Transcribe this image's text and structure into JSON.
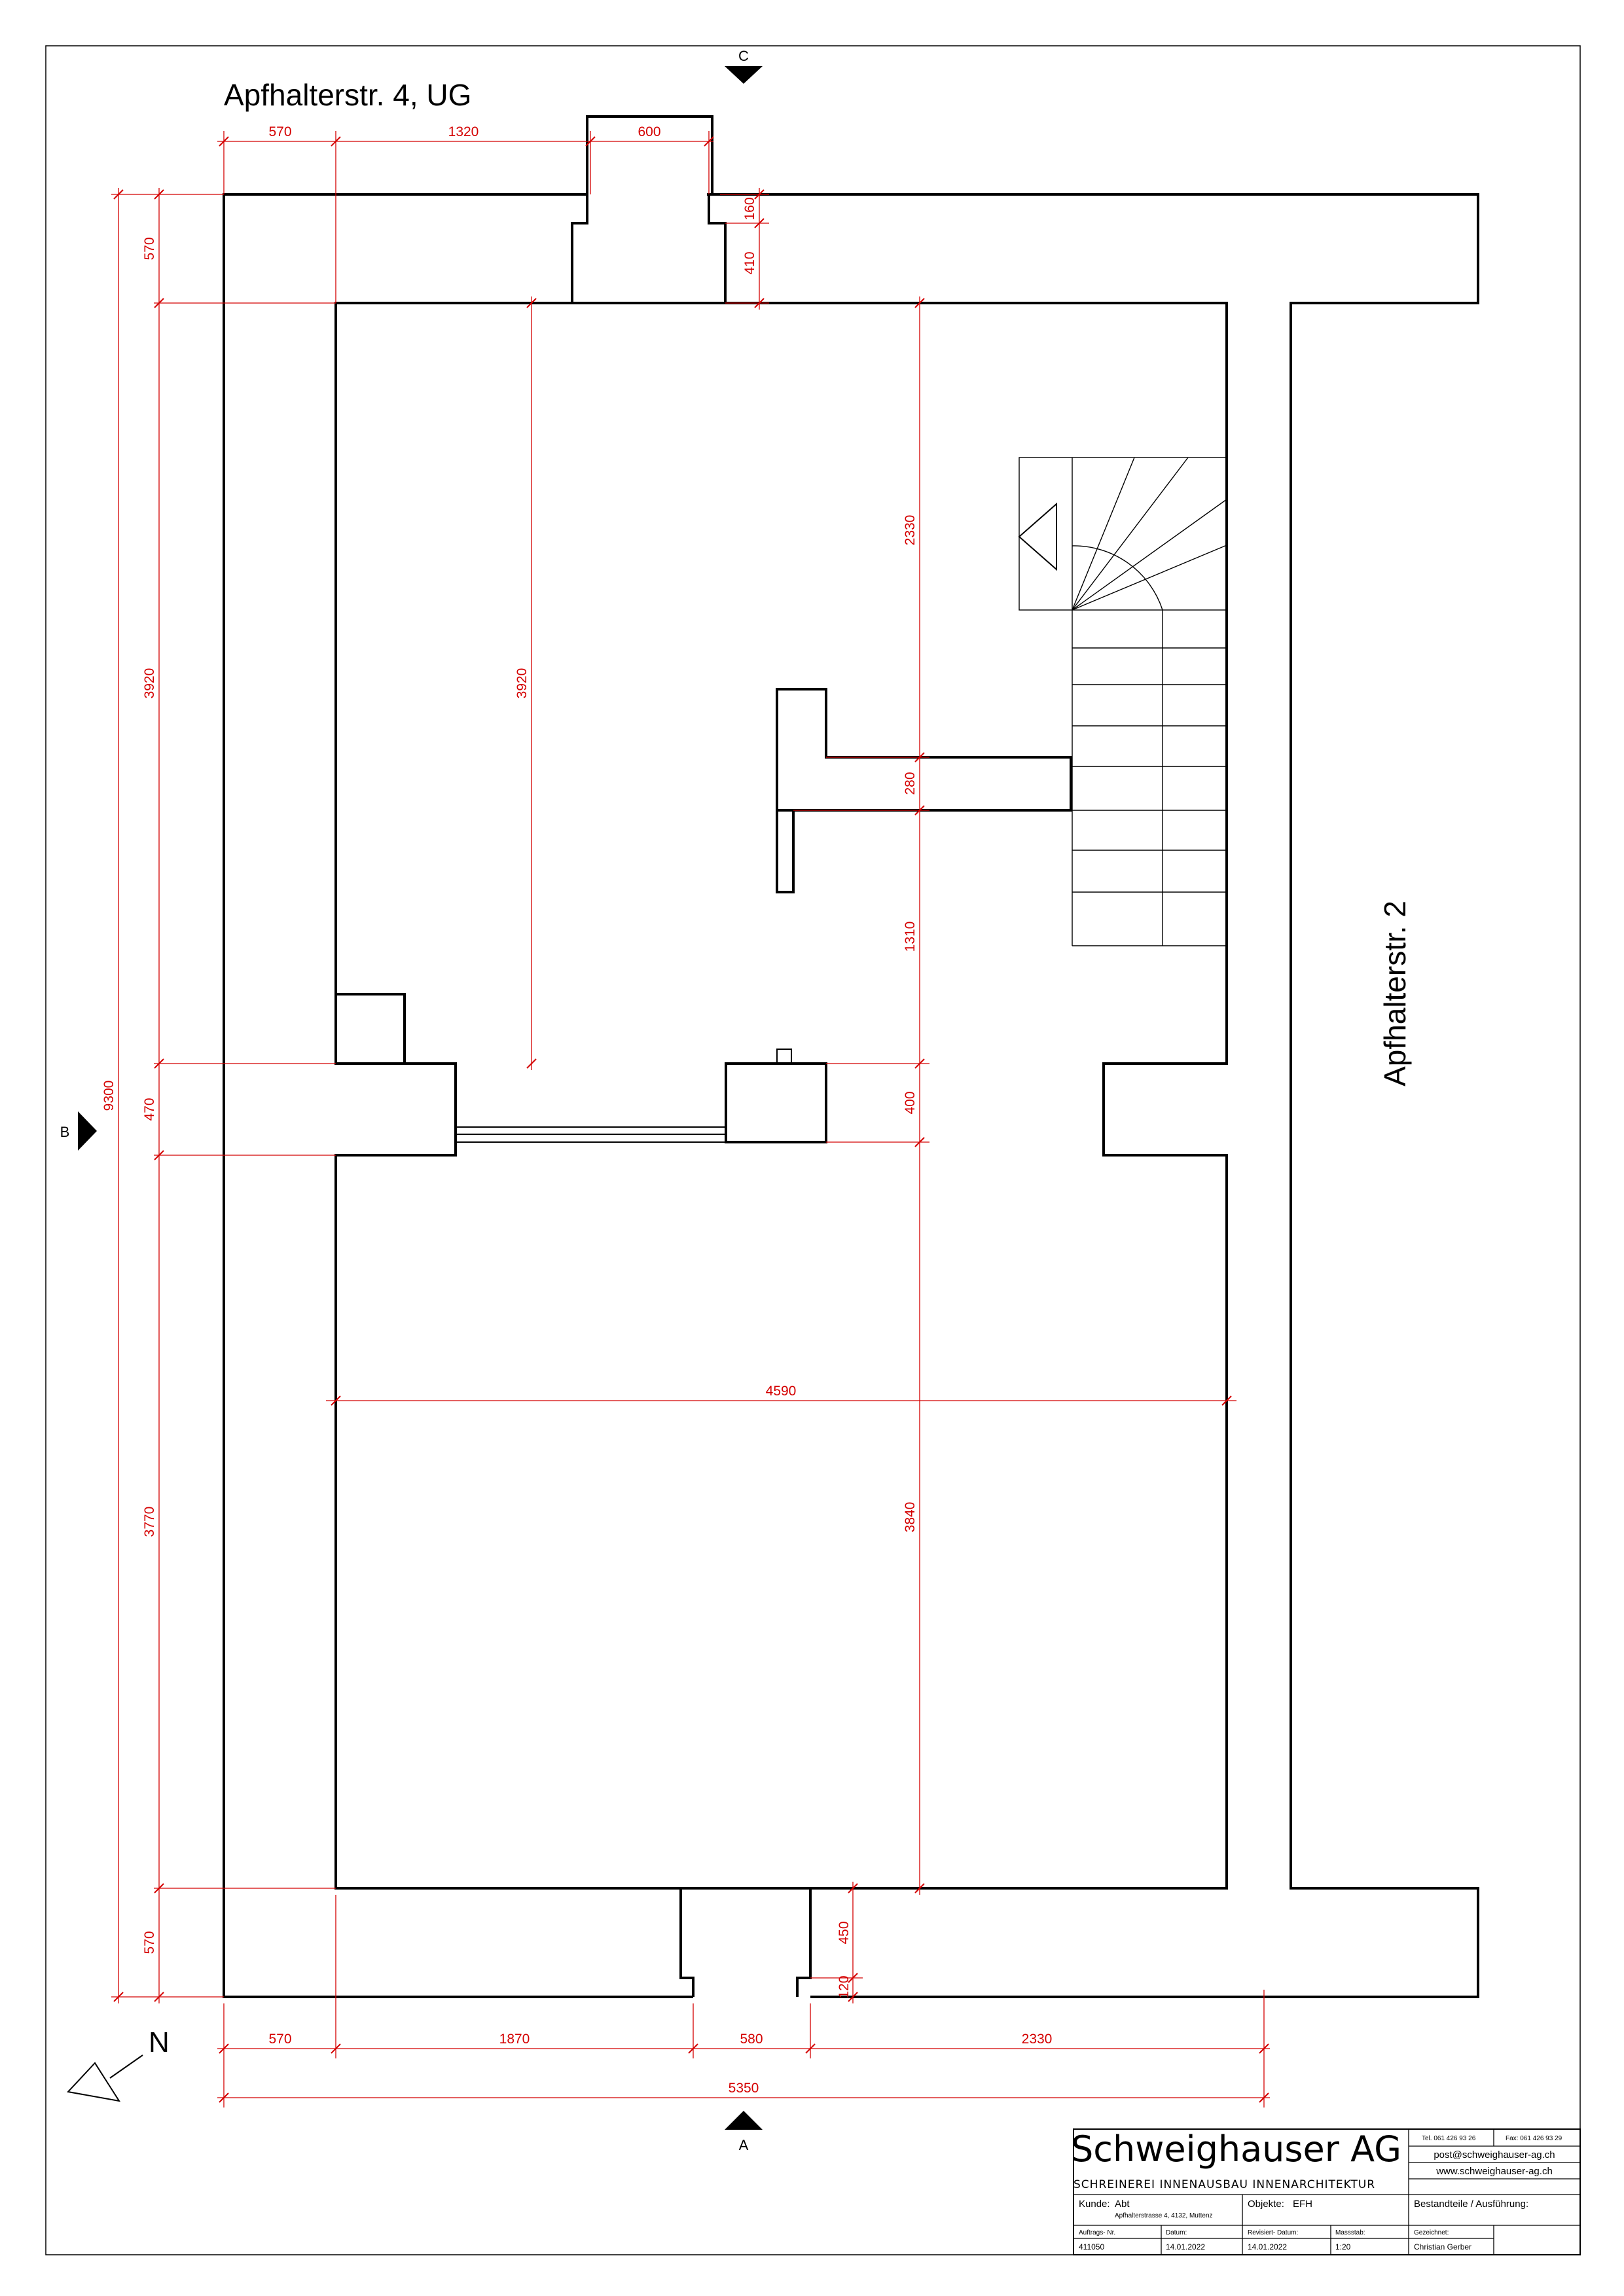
{
  "drawing": {
    "title": "Apfhalterstr. 4, UG",
    "street_label": "Apfhalterstr. 2",
    "north_label": "N",
    "section_marks": [
      "A",
      "B",
      "C"
    ]
  },
  "dimensions": {
    "top": [
      "570",
      "1320",
      "600"
    ],
    "front_door_depth": [
      "160",
      "410"
    ],
    "left_outer": [
      "570",
      "3920",
      "470",
      "3770",
      "570"
    ],
    "left_total": "9300",
    "inner_height_upper": "3920",
    "right_inner": [
      "2330",
      "280",
      "1310",
      "400",
      "3840"
    ],
    "room_width": "4590",
    "bottom_door_depth": [
      "450",
      "120"
    ],
    "bottom": [
      "570",
      "1870",
      "580",
      "2330"
    ],
    "bottom_total": "5350"
  },
  "title_block": {
    "company": "Schweighauser AG",
    "subtitle": "SCHREINEREI  INNENAUSBAU  INNENARCHITEKTUR",
    "tel": "Tel. 061 426 93 26",
    "fax": "Fax: 061 426 93 29",
    "email": "post@schweighauser-ag.ch",
    "web": "www.schweighauser-ag.ch",
    "kunde_label": "Kunde:",
    "kunde_value": "Abt",
    "kunde_address": "Apfhalterstrasse 4, 4132, Muttenz",
    "objekt_label": "Objekte:",
    "objekt_value": "EFH",
    "bestandteile_label": "Bestandteile / Ausführung:",
    "auftrag_label": "Auftrags- Nr.",
    "auftrag_value": "411050",
    "datum_label": "Datum:",
    "datum_value": "14.01.2022",
    "revisiert_label": "Revisiert- Datum:",
    "revisiert_value": "14.01.2022",
    "massstab_label": "Massstab:",
    "massstab_value": "1:20",
    "gezeichnet_label": "Gezeichnet:",
    "gezeichnet_value": "Christian Gerber"
  }
}
